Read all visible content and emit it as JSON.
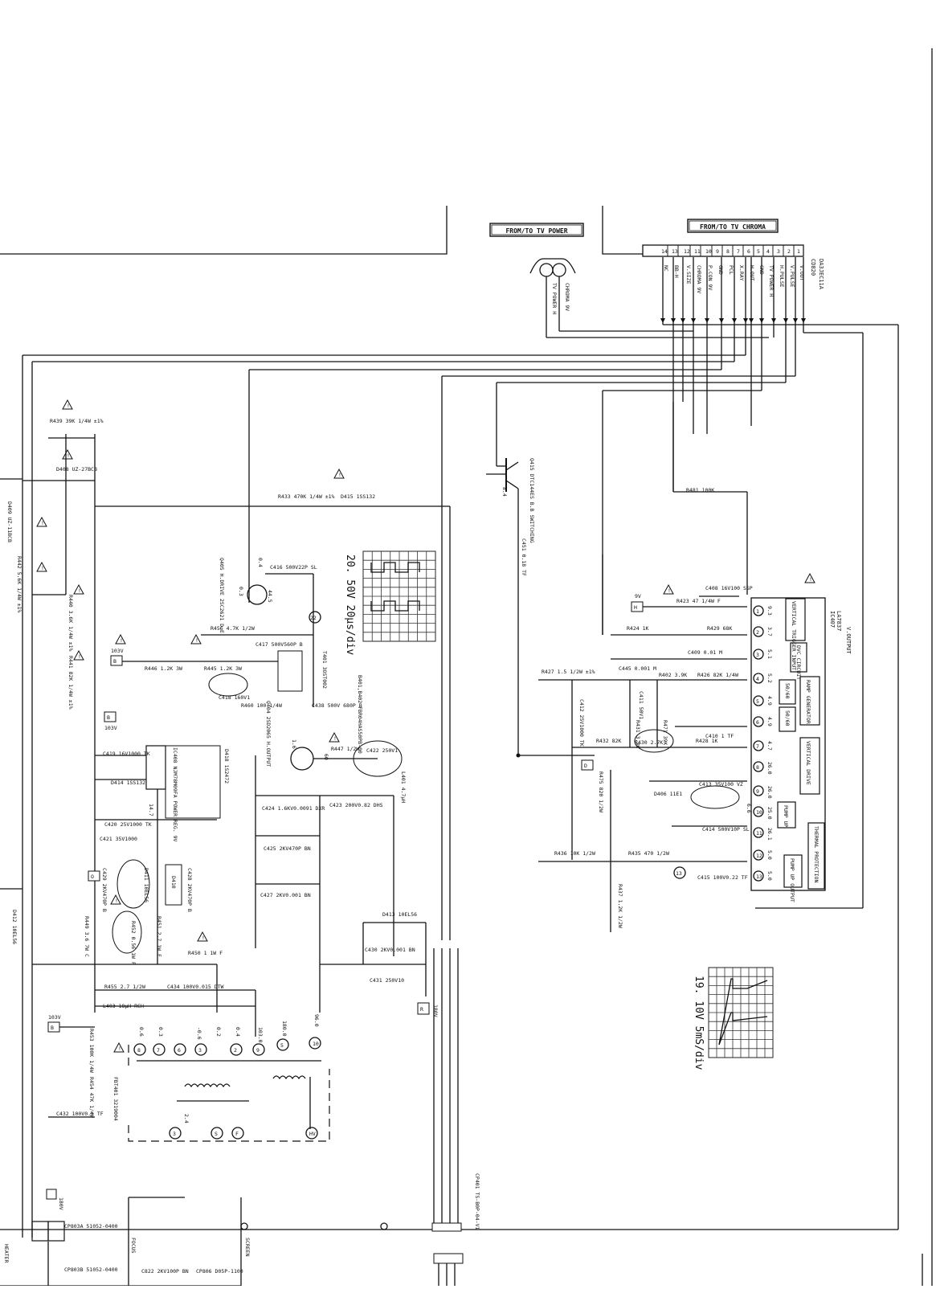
{
  "headers": {
    "power": "FROM/TO TV POWER",
    "chroma": "FROM/TO TV CHROMA"
  },
  "connector_top": {
    "ref": "CD820",
    "part": "DA3JEC11A",
    "pins": [
      {
        "num": "1",
        "label": "V.OUT"
      },
      {
        "num": "2",
        "label": "V.PULSE"
      },
      {
        "num": "3",
        "label": "H.PULSE"
      },
      {
        "num": "4",
        "label": "TV POWER H"
      },
      {
        "num": "5",
        "label": "GND"
      },
      {
        "num": "6",
        "label": "H.OUT"
      },
      {
        "num": "7",
        "label": "X.RAY"
      },
      {
        "num": "8",
        "label": "PCL"
      },
      {
        "num": "9",
        "label": "GND"
      },
      {
        "num": "10",
        "label": "P.CON 9V"
      },
      {
        "num": "11",
        "label": "CHROMA 9V"
      },
      {
        "num": "12",
        "label": "V.SIZE"
      },
      {
        "num": "13",
        "label": "BB-H"
      },
      {
        "num": "14",
        "label": "NC"
      }
    ]
  },
  "power_connector": {
    "labels": [
      "CHROMA 9V",
      "TV POWER H"
    ]
  },
  "oscilloscope": [
    {
      "label": "20. 50V 20μs/div"
    },
    {
      "label": "19. 10V 5mS/div"
    }
  ],
  "ic": {
    "ref": "IC407",
    "part": "LA7837",
    "title": "V.OUTPUT",
    "blocks": [
      "VERTICAL TRIGGER INPUT",
      "DVC CIRCUIT",
      "50/60",
      "RAMP GENERATOR",
      "50/60",
      "VERTICAL DRIVE",
      "PUMP UP",
      "THERMAL PROTECTION",
      "PUMP UP OUTPUT"
    ],
    "pin_numbers": [
      "1",
      "2",
      "3",
      "4",
      "5",
      "6",
      "7",
      "8",
      "9",
      "10",
      "11",
      "12",
      "13"
    ],
    "pin_voltages": [
      "9.3",
      "3.7",
      "5.1",
      "5.2",
      "4.9",
      "4.9",
      "4.7",
      "26.0",
      "26.0",
      "25.0",
      "26.1",
      "5.0",
      "5.0"
    ]
  },
  "components": {
    "R401": "R481 100K",
    "Q415": "Q415 DTC144ES B.B SWITCHING",
    "C451": "C451 0.18 TF",
    "C408": "C408 16V100 SSP",
    "R423": "R423 47 1/4W F",
    "R424": "R424 1K",
    "R429": "R429 68K",
    "C445": "C445 0.001 M",
    "C409": "C409 0.01 M",
    "R427": "R427 1.5 1/2W ±1%",
    "C412": "C412 25V1000 TK",
    "C411": "C411 50V1",
    "R402": "R402 3.9K",
    "R426": "R426 82K 1/4W",
    "R431": "R431 3.3K",
    "R471": "R471 39K",
    "C410": "C410 1 TF",
    "R432": "R432 82K",
    "R430": "R430 2.7K",
    "R428": "R428 1K",
    "R475": "R475 820 1/2W",
    "D406": "D406 11E1",
    "C413": "C413 35V100 VZ",
    "C414": "C414 500V10P SL",
    "R436": "R436 10K 1/2W",
    "R435": "R435 470 1/2W",
    "C415": "C415 100V0.22 TF",
    "R437": "R437 1.2K 1/2W",
    "R433": "R433 470K 1/4W ±1%",
    "D415": "D415 1SS132",
    "R439": "R439 39K 1/4W ±1%",
    "D408": "D408 UZ-27BCB",
    "D409": "D409 UZ-11BCB",
    "R442": "R442 5.6K 1/4W ±1%",
    "R440": "R440 3.6K 1/4W ±1%",
    "R441": "R441 82K 1/4W ±1%",
    "Q405": "Q405 H.DRIVE 2SC2621 D.E",
    "C416": "C416 500V22P SL",
    "R456": "R456 4.7K 1/2W",
    "C417": "C417 500V560P B",
    "T401": "T401 3OST002",
    "R446": "R446 1.2K 3W",
    "R445": "R445 1.2K 3W",
    "C418": "C418 160V1",
    "R460": "R460 100 1/4W",
    "C438": "C438 500V 680P B",
    "B401": "B401,B402 FBR04HAS50PB-00",
    "Q404": "Q404 2SD2065 H.OUTPUT",
    "R447": "R447 1/2W",
    "C422": "C422 250V1",
    "L401": "L401 4.7μH",
    "C424": "C424 1.6KV0.0091 DXR",
    "C423": "C423 200V0.82 DHS",
    "C425": "C425 2KV470P BN",
    "C427": "C427 2KV0.001 BN",
    "C419": "C419 16V1000 TK",
    "IC408": "IC408 NJM78M09FA POWER REG. 9V",
    "D414": "D414 1SS132",
    "D418": "D418 1S2472",
    "C420": "C420 25V1000 TK",
    "C421": "C421 35V1000",
    "D411": "D411 10EL56",
    "C429": "C429 2KV470P B",
    "C428": "C428 2KV470P B",
    "D410": "D410",
    "R449": "R449 3.6 7W C",
    "R452": "R452 0.56 1W F",
    "R451": "R451 2.7 1W F",
    "R450": "R450 1 1W F",
    "R455": "R455 2.7 1/2W",
    "C434": "C434 100V0.015 DTW",
    "L403": "L403 18μH RCH",
    "D413": "D413 10EL56",
    "C430": "C430 2KV0.001 BN",
    "C431": "C431 250V10",
    "R453": "R453 100K 1/4W",
    "R454": "R454 47K 1/4W",
    "C432": "C432 100V0.1 TF",
    "FBT": "FBT401 3219004",
    "CP401": "CP401 TS-B0P-04-V1",
    "CP803A": "CP803A 51052-0400",
    "CP803B": "CP803B 51052-0400",
    "C822": "C822 2KV100P BN",
    "CP806": "CP806 D05P-1100",
    "D412": "D412 10EL56"
  },
  "voltages": {
    "v103a": "103V",
    "v103b": "103V",
    "v103c": "103V",
    "v180": "180V",
    "fbt": [
      "0.6",
      "0.3",
      "-0.6",
      "0.2",
      "0.4",
      "103.0",
      "180.0",
      "96.0",
      "2.4"
    ],
    "misc": [
      "8.4",
      "0.4",
      "44.5",
      "0.3",
      "1.6",
      "60",
      "14.7",
      "6.6"
    ]
  },
  "terminals": {
    "focus": "FOCUS",
    "screen": "SCREEN",
    "heater": "HEATER"
  }
}
